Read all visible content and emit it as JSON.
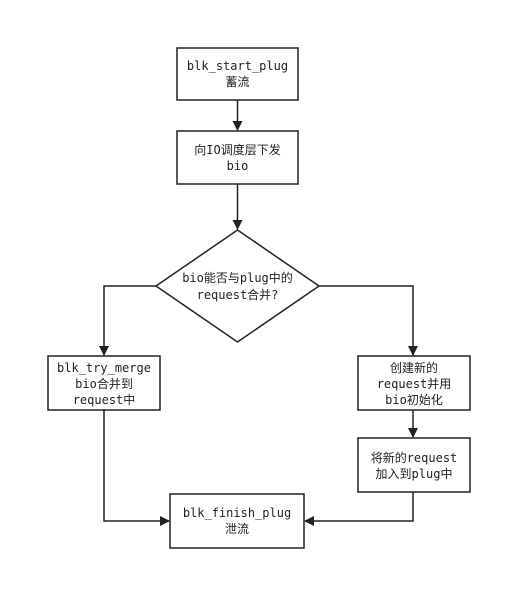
{
  "colors": {
    "stroke": "#222222",
    "fill": "#ffffff",
    "text": "#222222"
  },
  "nodes": {
    "start_plug": {
      "line1": "blk_start_plug",
      "line2": "蓄流"
    },
    "send_bio": {
      "line1": "向IO调度层下发",
      "line2": "bio"
    },
    "decision": {
      "line1": "bio能否与plug中的",
      "line2": "request合并?"
    },
    "try_merge": {
      "line1": "blk_try_merge",
      "line2": "bio合并到",
      "line3": "request中"
    },
    "create_request": {
      "line1": "创建新的",
      "line2": "request并用",
      "line3": "bio初始化"
    },
    "add_to_plug": {
      "line1": "将新的request",
      "line2": "加入到plug中"
    },
    "finish_plug": {
      "line1": "blk_finish_plug",
      "line2": "泄流"
    }
  }
}
